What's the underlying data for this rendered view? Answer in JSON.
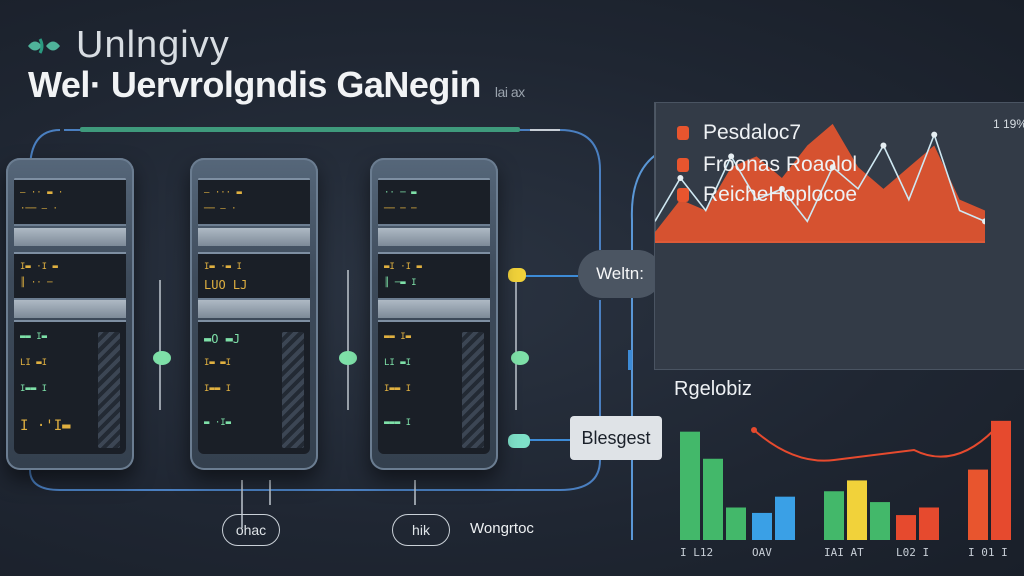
{
  "header": {
    "brand": "Unlngivy",
    "headline": "Wel· Uervrolgndis GaNegin",
    "headline_suffix": "lai ax"
  },
  "labels": {
    "widget": "Weltn:",
    "blesgest": "Blesgest",
    "oval_left": "ohac",
    "oval_right": "hik",
    "wongrtoc": "Wongrtoc",
    "panel_bottom_title": "Rgelobiz",
    "corner": "1 19%"
  },
  "servers": [
    {
      "codes": [
        "— ·· ▬ ·",
        "·── — ·",
        "I▬ ·I ▬",
        "║ ·· ─",
        "▬▬ I▬",
        "LI ▬I",
        "I▬▬ I",
        "I ·'I▬"
      ]
    },
    {
      "codes": [
        "— ··· ▬",
        "── — ·",
        "I▬ ·▬ I",
        "LUO LJ",
        "▬O ▬J",
        "I▬ ▬I",
        "I▬▬ I",
        "▬ ·I▬"
      ]
    },
    {
      "codes": [
        "·· ─ ▬",
        "── ─ ─",
        "▬I ·I ▬",
        "║ ─▬ I",
        "▬▬ I▬",
        "LI ▬I",
        "I▬▬ I",
        "▬▬▬ I"
      ]
    }
  ],
  "legend": [
    {
      "label": "Pesdaloc7"
    },
    {
      "label": "Froonas Roaolol"
    },
    {
      "label": "ReicheHoplocoe"
    }
  ],
  "colors": {
    "orange": "#e8552e",
    "green": "#43b86a",
    "blue": "#3aa0e6",
    "red": "#e64a2e",
    "yellow": "#f1d23a",
    "wire": "#5a97d6"
  },
  "chart_data": [
    {
      "type": "area",
      "series": [
        {
          "values": [
            2,
            6,
            3,
            8,
            4,
            5,
            2,
            7,
            5,
            9,
            4,
            10,
            3,
            2
          ]
        },
        {
          "values": [
            1,
            4,
            3,
            7,
            8,
            6,
            9,
            11,
            7,
            5,
            7,
            9,
            4,
            3
          ]
        }
      ]
    },
    {
      "type": "bar",
      "categories": [
        "I L12",
        "OAV",
        "IAI AT",
        "L02 I",
        "I 01 I"
      ],
      "series": [
        {
          "values": [
            10,
            7.5,
            3
          ]
        },
        {
          "values": [
            2.5,
            4
          ]
        },
        {
          "values": [
            4.5,
            5.5,
            3.5
          ]
        },
        {
          "values": [
            2.3,
            3
          ]
        },
        {
          "values": [
            6.5,
            11
          ]
        }
      ]
    }
  ]
}
